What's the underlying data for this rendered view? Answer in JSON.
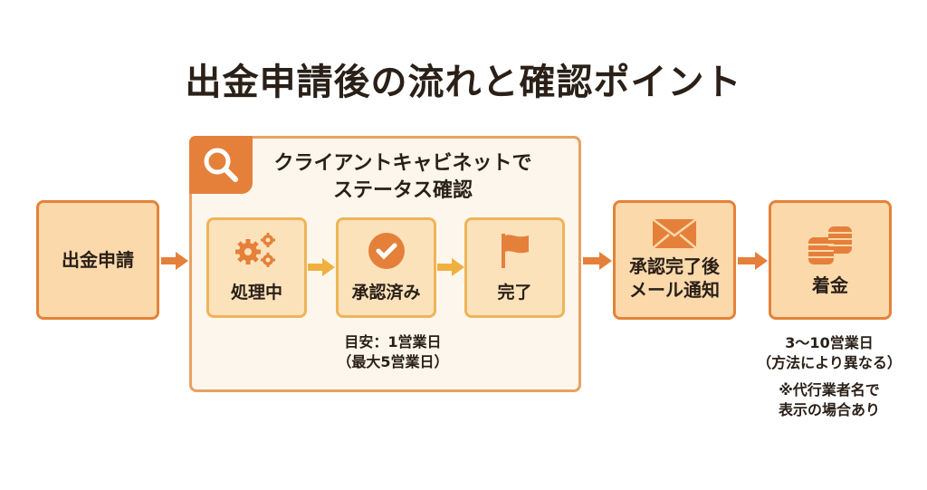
{
  "title": "出金申請後の流れと確認ポイント",
  "steps": {
    "request": "出金申請",
    "cabinet_title_line1": "クライアントキャビネットで",
    "cabinet_title_line2": "ステータス確認",
    "processing": "処理中",
    "approved": "承認済み",
    "complete": "完了",
    "mail_line1": "承認完了後",
    "mail_line2": "メール通知",
    "arrival": "着金"
  },
  "notes": {
    "approval_line1": "目安：1営業日",
    "approval_line2": "（最大5営業日）",
    "arrival_line1": "3〜10営業日",
    "arrival_line2": "（方法により異なる）",
    "arrival_line3": "※代行業者名で",
    "arrival_line4": "表示の場合あり"
  },
  "colors": {
    "accent": "#e5803a",
    "fill": "#fbd9ab",
    "inner_arrow": "#f0b040"
  }
}
